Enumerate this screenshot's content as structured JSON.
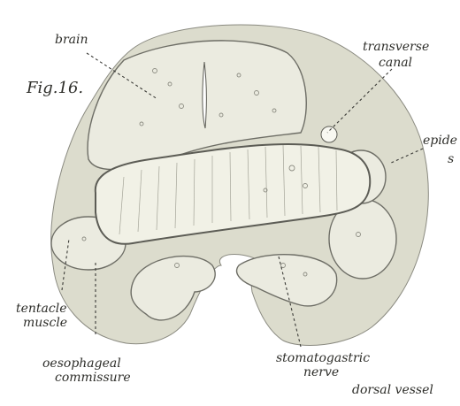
{
  "figure": {
    "label": "Fig.16."
  },
  "labels": {
    "brain": "brain",
    "transverse_canal": [
      "transverse",
      "canal"
    ],
    "epidermis": "epide",
    "s_fragment": "s",
    "tentacle_muscle": [
      "tentacle",
      "muscle"
    ],
    "oesophageal_commissure": [
      "oesophageal",
      "commissure"
    ],
    "stomatogastric_nerve": [
      "stomatogastric",
      "nerve"
    ],
    "dorsal_vessel": "dorsal vessel"
  },
  "colors": {
    "outer_tissue": "#dcdccd",
    "inner_tissue": "#ebebe0",
    "ink": "#2e2e2a"
  }
}
